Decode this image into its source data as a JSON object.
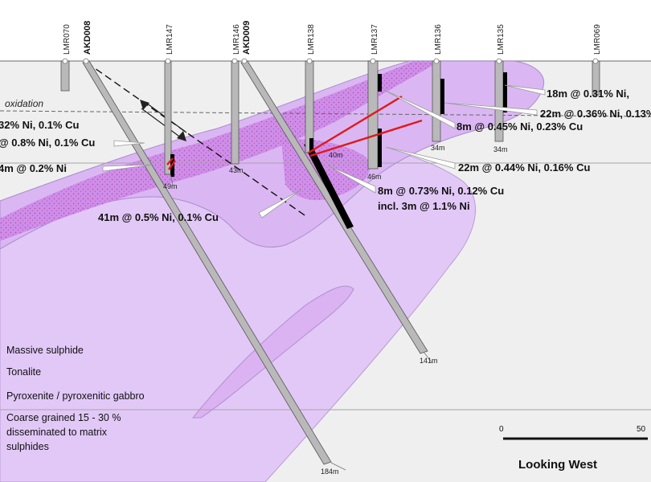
{
  "oxidation_label": "oxidation",
  "holes": [
    {
      "name": "LMR070",
      "bold": false
    },
    {
      "name": "AKD008",
      "bold": true
    },
    {
      "name": "LMR147",
      "bold": false
    },
    {
      "name": "LMR146",
      "bold": false
    },
    {
      "name": "AKD009",
      "bold": true
    },
    {
      "name": "LMR138",
      "bold": false
    },
    {
      "name": "LMR137",
      "bold": false
    },
    {
      "name": "LMR136",
      "bold": false
    },
    {
      "name": "LMR135",
      "bold": false
    },
    {
      "name": "LMR069",
      "bold": false
    }
  ],
  "depths": [
    "49m",
    "43m",
    "40m",
    "46m",
    "34m",
    "34m",
    "141m",
    "184m"
  ],
  "intercepts": [
    "18m @ 0.31% Ni,",
    "22m @ 0.36% Ni, 0.13%",
    "8m @ 0.45% Ni, 0.23% Cu",
    "32% Ni, 0.1% Cu",
    "@ 0.8% Ni, 0.1% Cu",
    "4m @ 0.2% Ni",
    "22m @ 0.44% Ni, 0.16% Cu",
    "8m @ 0.73% Ni, 0.12% Cu",
    "incl. 3m @ 1.1% Ni",
    "41m @ 0.5% Ni, 0.1% Cu"
  ],
  "legend": [
    {
      "label": "Massive sulphide"
    },
    {
      "label": "Tonalite"
    },
    {
      "label": "Pyroxenite / pyroxenitic gabbro"
    },
    {
      "label_lines": [
        "Coarse grained 15 - 30 %",
        "disseminated to matrix",
        "sulphides"
      ]
    }
  ],
  "scale": {
    "start": "0",
    "end": "50"
  },
  "view_label": "Looking West",
  "colors": {
    "tonalite": "#efefef",
    "pyroxenite": "#e2c8f7",
    "disseminated": "#cd88e8",
    "massive_sulphide": "#000000",
    "high_grade": "#e0191c",
    "drill_hole": "#b9b9b9"
  }
}
